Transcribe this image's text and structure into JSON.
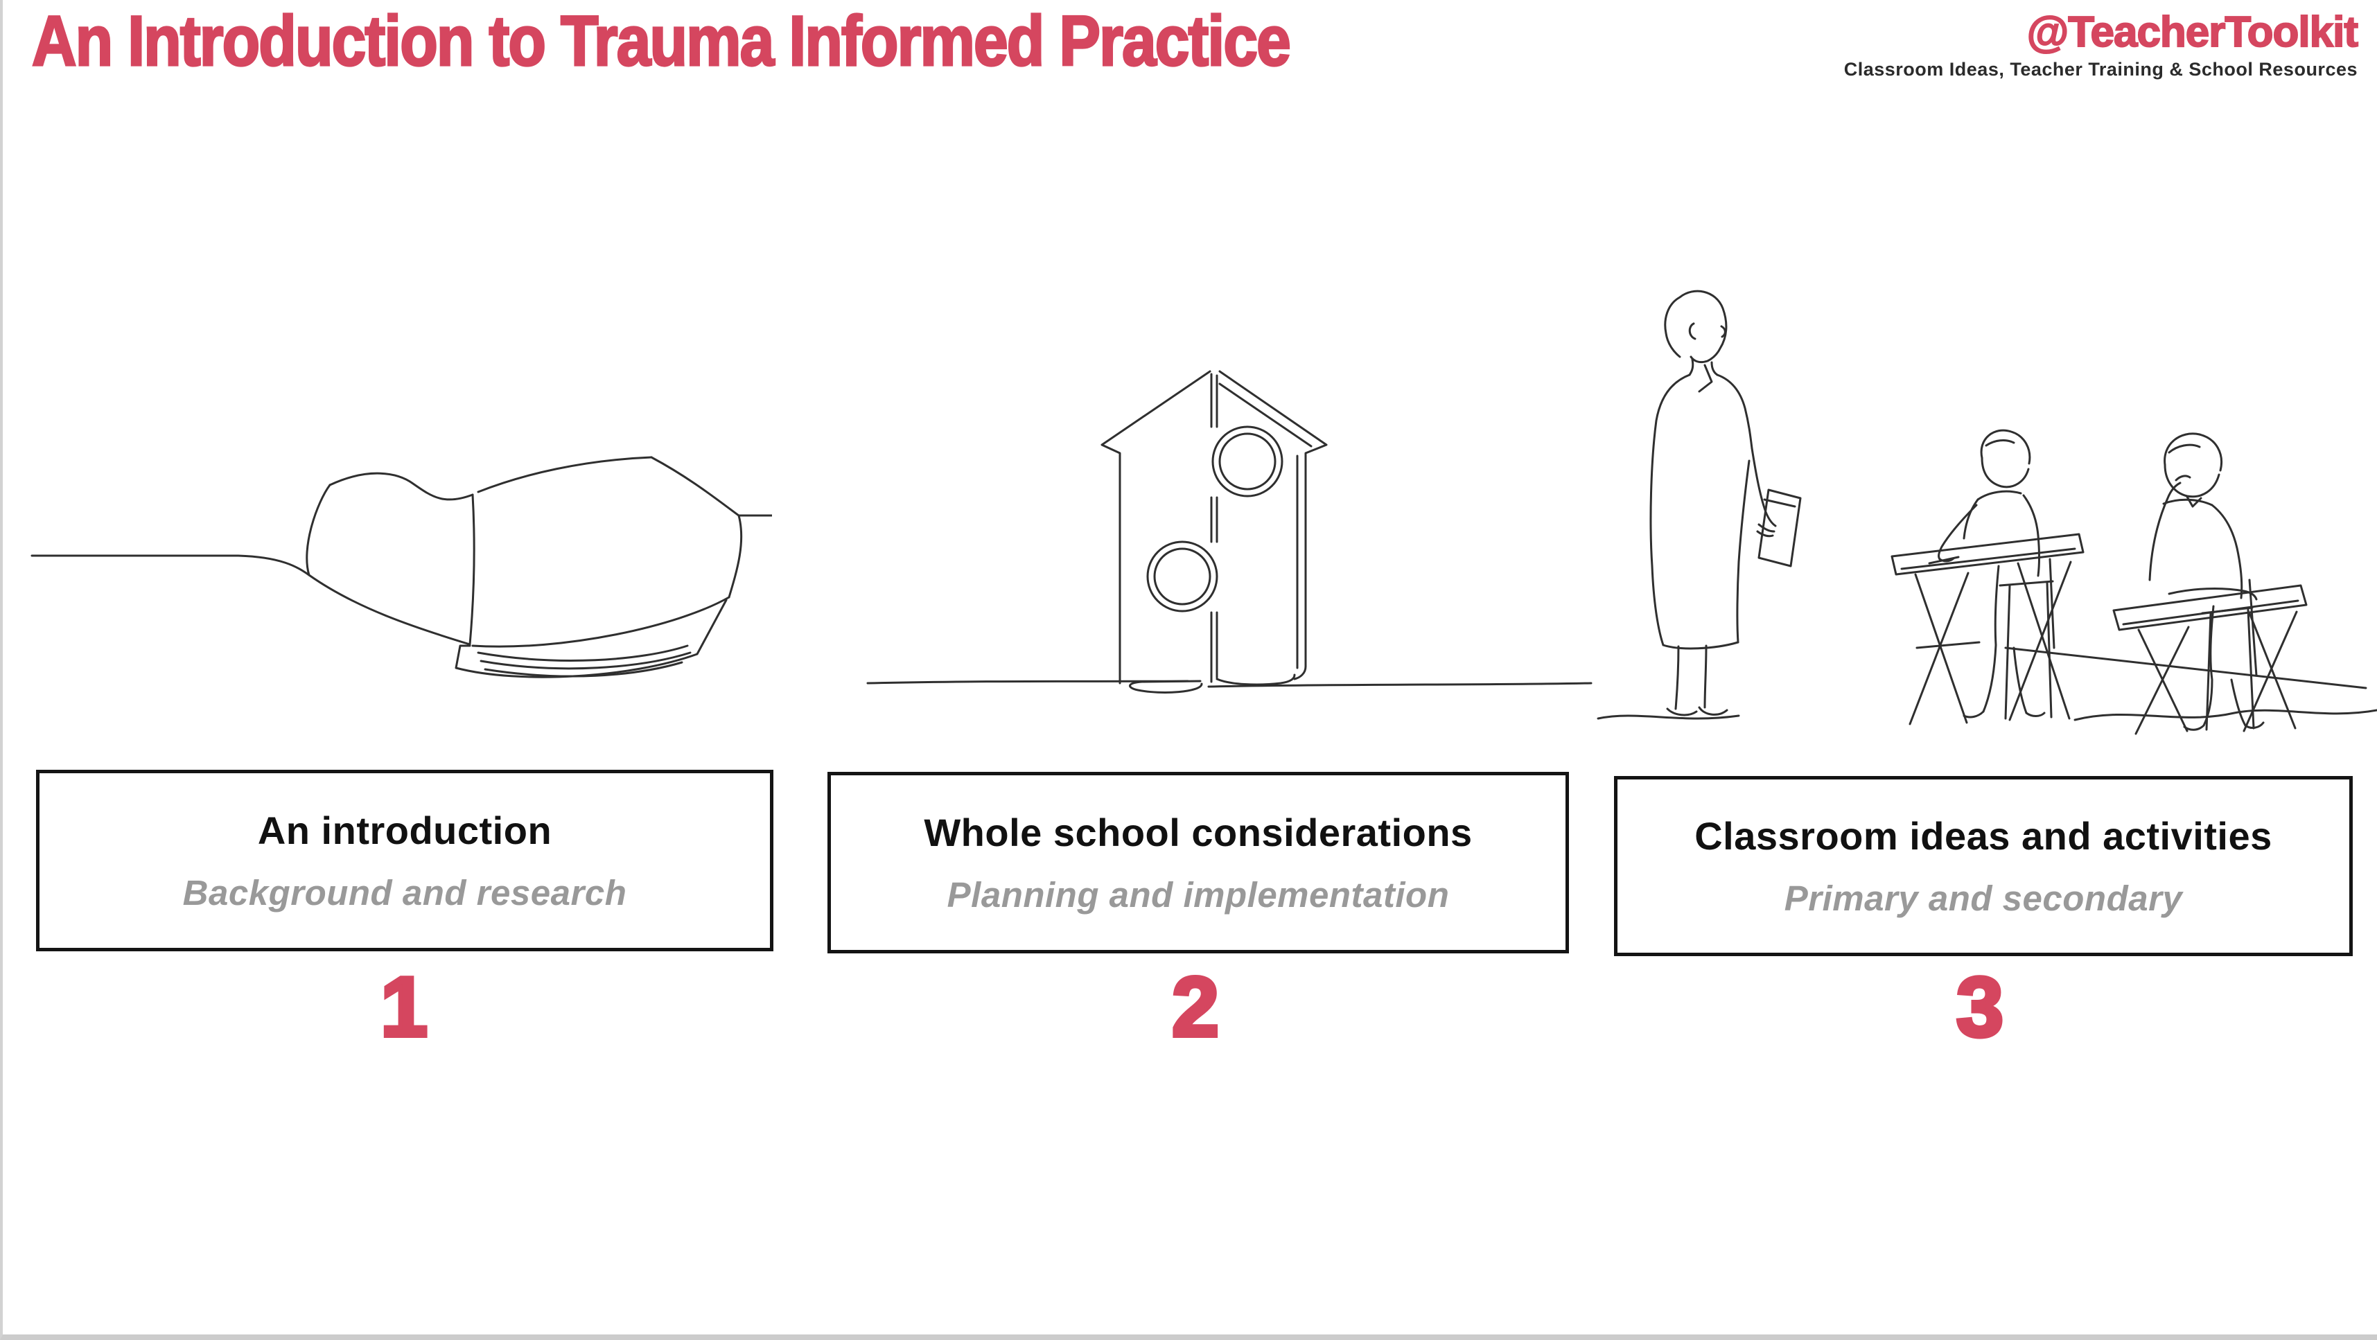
{
  "page": {
    "title": "An Introduction to Trauma Informed Practice",
    "brand": {
      "handle": "@TeacherToolkit",
      "tagline": "Classroom Ideas, Teacher Training & School Resources"
    },
    "colors": {
      "accent_red": "#d5465f",
      "subtitle_gray": "#999999",
      "ink_black": "#141414",
      "line_art_gray": "#2f2f2f",
      "page_edge_gray": "#cccccc"
    }
  },
  "sections": [
    {
      "number": "1",
      "title": "An introduction",
      "subtitle": "Background and research",
      "illustration": "open-book-line-art"
    },
    {
      "number": "2",
      "title": "Whole school considerations",
      "subtitle": "Planning and implementation",
      "illustration": "house-puzzle-line-art"
    },
    {
      "number": "3",
      "title": "Classroom ideas and activities",
      "subtitle": "Primary and secondary",
      "illustration": "teacher-classroom-line-art"
    }
  ]
}
